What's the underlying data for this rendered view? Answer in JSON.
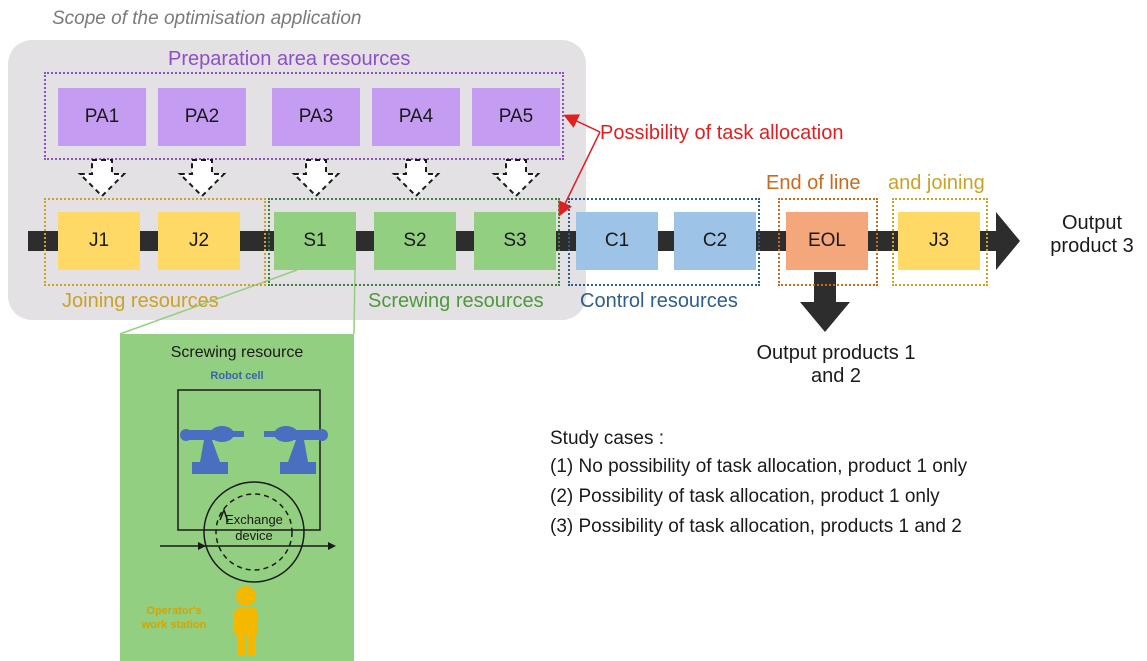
{
  "scope_title": "Scope of the optimisation application",
  "groups": {
    "preparation": "Preparation area resources",
    "joining": "Joining resources",
    "screwing": "Screwing resources",
    "control": "Control resources",
    "eol_part1": "End of line",
    "eol_part2": "and joining"
  },
  "preparation_resources": [
    "PA1",
    "PA2",
    "PA3",
    "PA4",
    "PA5"
  ],
  "line_resources": {
    "joining": [
      "J1",
      "J2"
    ],
    "screwing": [
      "S1",
      "S2",
      "S3"
    ],
    "control": [
      "C1",
      "C2"
    ],
    "eol": "EOL",
    "final_joining": "J3"
  },
  "allocation_label": "Possibility of task allocation",
  "outputs": {
    "product3_line1": "Output",
    "product3_line2": "product 3",
    "products12_line1": "Output products 1",
    "products12_line2": "and 2"
  },
  "screwing_detail": {
    "title": "Screwing resource",
    "robot_cell": "Robot cell",
    "exchange_line1": "Exchange",
    "exchange_line2": "device",
    "operator_line1": "Operator's",
    "operator_line2": "work station"
  },
  "study_cases": {
    "title": "Study cases :",
    "cases": [
      "(1)  No possibility of task allocation, product 1 only",
      "(2)  Possibility of task allocation, product 1 only",
      "(3)  Possibility of task allocation, products 1 and 2"
    ]
  },
  "colors": {
    "preparation": "#c49cf2",
    "joining": "#ffd966",
    "screwing": "#93cf80",
    "control": "#9dc3e6",
    "eol": "#f4a77a",
    "allocation": "#e02020",
    "line": "#2d2d2d"
  }
}
